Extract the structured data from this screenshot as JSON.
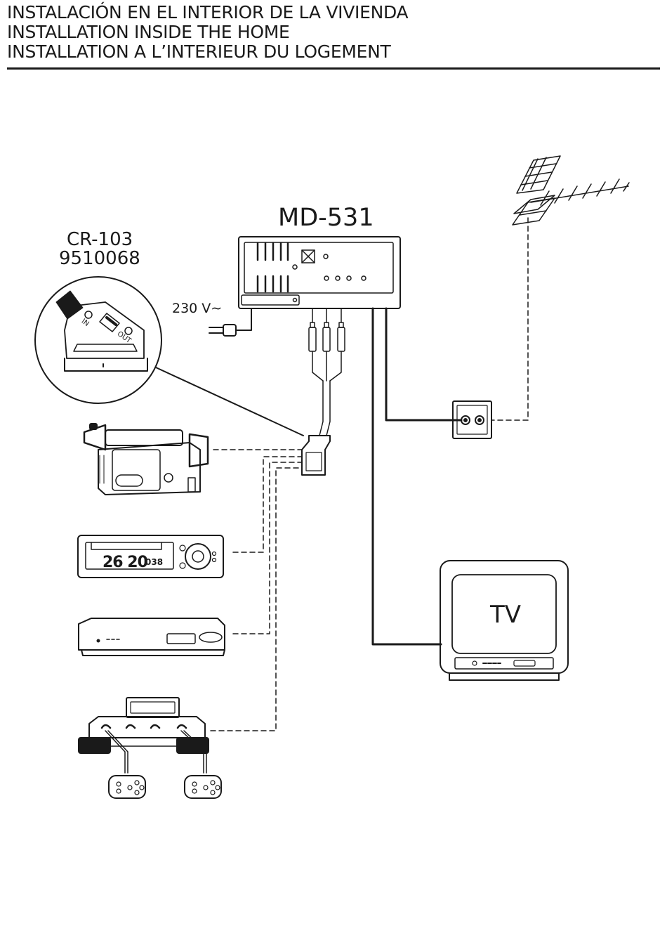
{
  "header": {
    "title_es": "INSTALACIÓN EN EL INTERIOR DE LA VIVIENDA",
    "title_en": "INSTALLATION INSIDE THE HOME",
    "title_fr": "INSTALLATION A L’INTERIEUR DU LOGEMENT"
  },
  "diagram": {
    "modulator_model": "MD-531",
    "cable_model": "CR-103",
    "cable_code": "9510068",
    "scart_in_label": "IN",
    "scart_out_label": "OUT",
    "voltage_label": "230 V∼",
    "tv_label": "TV",
    "vcr_display_main": "26 20",
    "vcr_display_counter": "038"
  },
  "colors": {
    "ink": "#1a1a1a",
    "background": "#ffffff"
  }
}
